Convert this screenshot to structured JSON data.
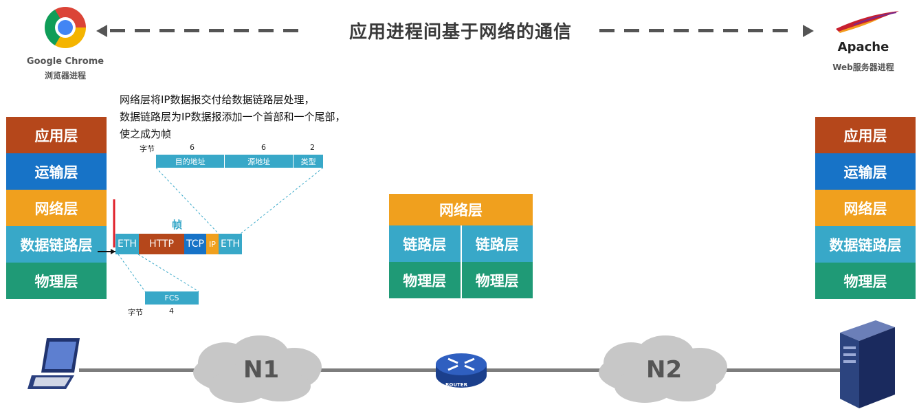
{
  "header": {
    "title": "应用进程间基于网络的通信",
    "left_logo": {
      "name": "Google Chrome",
      "caption": "浏览器进程",
      "icon": "chrome-icon"
    },
    "right_logo": {
      "name": "Apache",
      "caption": "Web服务器进程",
      "icon": "apache-feather-icon"
    }
  },
  "client_stack": [
    "应用层",
    "运输层",
    "网络层",
    "数据链路层",
    "物理层"
  ],
  "server_stack": [
    "应用层",
    "运输层",
    "网络层",
    "数据链路层",
    "物理层"
  ],
  "router_stack": {
    "network": "网络层",
    "link_left": "链路层",
    "link_right": "链路层",
    "phy_left": "物理层",
    "phy_right": "物理层"
  },
  "note": {
    "line1": "网络层将IP数据报交付给数据链路层处理，",
    "line2": "数据链路层为IP数据报添加一个首部和一个尾部，",
    "line3": "使之成为帧"
  },
  "frame": {
    "label": "帧",
    "segments": [
      "ETH",
      "HTTP",
      "TCP",
      "IP",
      "ETH"
    ],
    "header_unit": "字节",
    "header_sizes": [
      "6",
      "6",
      "2"
    ],
    "header_fields": [
      "目的地址",
      "源地址",
      "类型"
    ],
    "trailer_field": "FCS",
    "trailer_unit": "字节",
    "trailer_size": "4"
  },
  "network": {
    "cloud1": "N1",
    "cloud2": "N2",
    "router_label": "ROUTER"
  },
  "colors": {
    "application": "#b5471b",
    "transport": "#1773c7",
    "network": "#f0a01e",
    "link": "#38a8c8",
    "physical": "#1f9a76"
  }
}
